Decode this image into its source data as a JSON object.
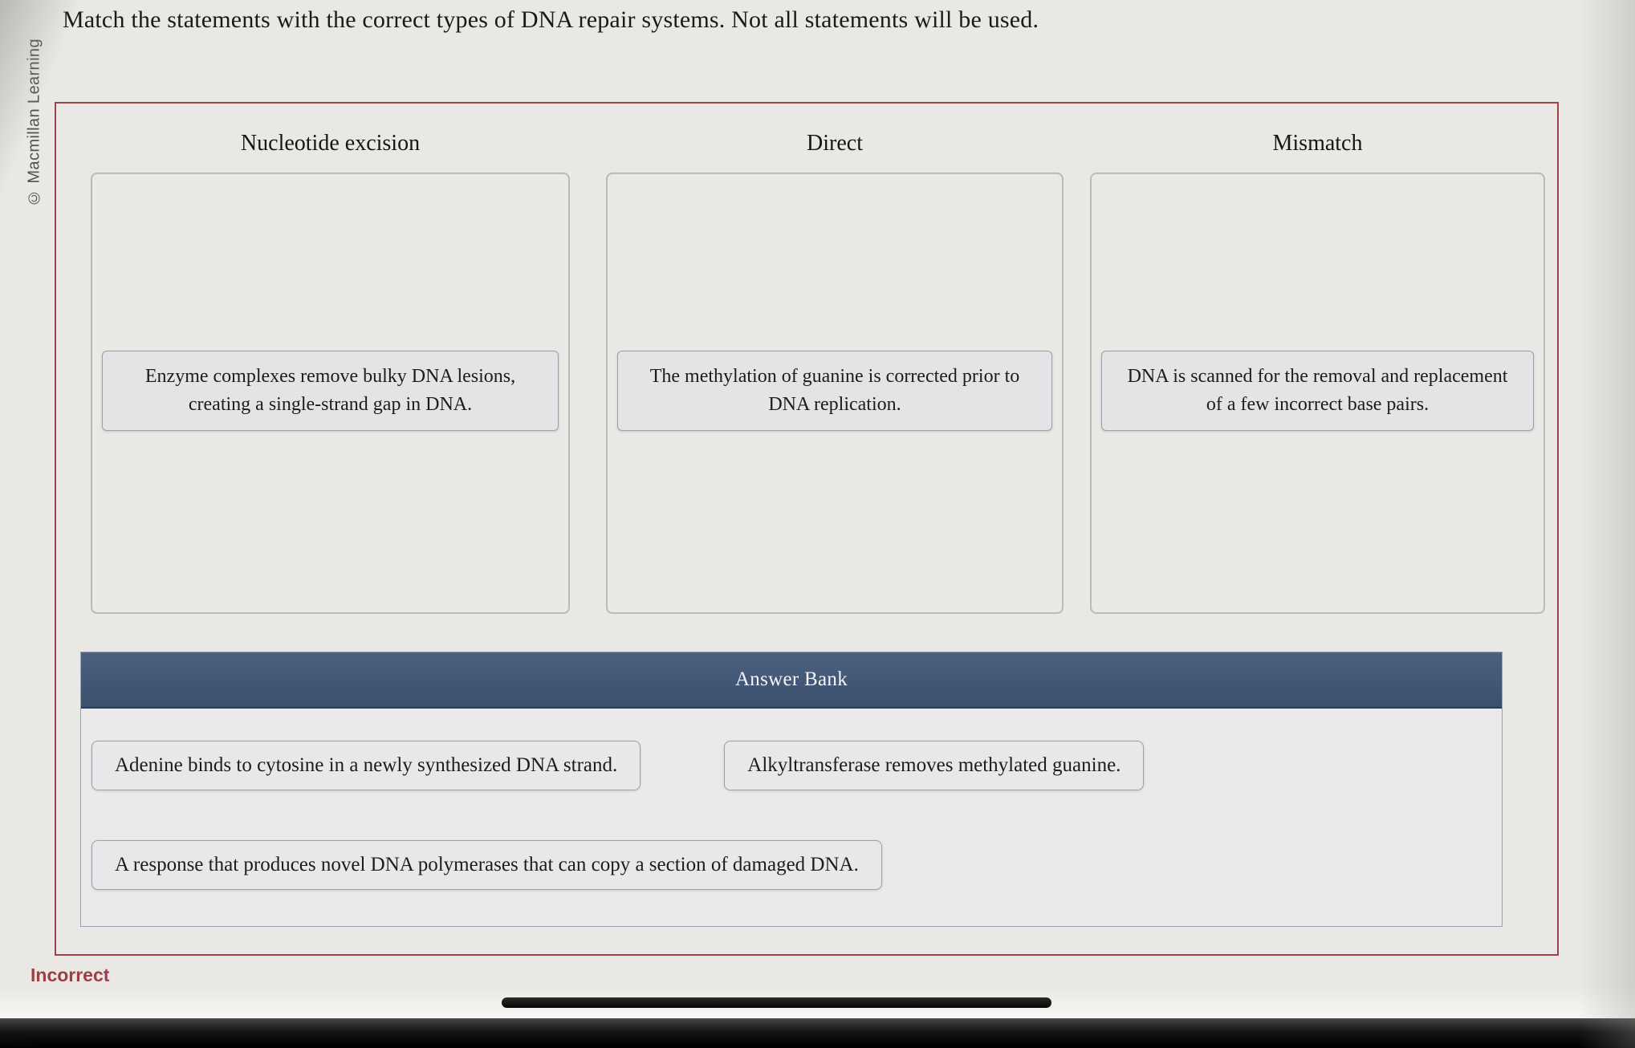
{
  "title": "Match the statements with the correct types of DNA repair systems. Not all statements will be used.",
  "watermark": "© Macmillan Learning",
  "columns": [
    {
      "label": "Nucleotide excision",
      "dropped_statement": "Enzyme complexes remove bulky DNA lesions, creating a single-strand gap in DNA."
    },
    {
      "label": "Direct",
      "dropped_statement": "The methylation of guanine is corrected prior to DNA replication."
    },
    {
      "label": "Mismatch",
      "dropped_statement": "DNA is scanned for the removal and replacement of a few incorrect base pairs."
    }
  ],
  "answer_bank": {
    "label": "Answer Bank",
    "items": [
      "Adenine binds to cytosine in a newly synthesized DNA strand.",
      "Alkyltransferase removes methylated guanine.",
      "A response that produces novel DNA polymerases that can copy a section of damaged DNA."
    ]
  },
  "feedback": "Incorrect",
  "colors": {
    "page_background": "#e9e8e5",
    "main_border_red": "#9c4148",
    "answer_bank_bar_blue": "#3f5574",
    "answer_bank_bar_text": "#f4f5f7",
    "card_background": "#e4e4e6",
    "card_border": "#9ba1a7",
    "dropzone_border": "#b7bbbe",
    "feedback_incorrect": "#9d3e45",
    "watermark_gray": "#525252",
    "body_text": "#1a1a1a"
  }
}
